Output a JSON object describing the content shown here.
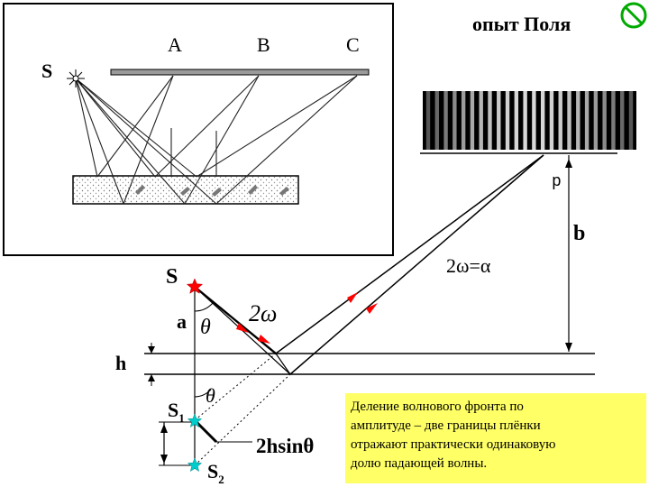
{
  "title": "опыт Поля",
  "nav_icon": "no-entry-icon",
  "inset": {
    "source_label": "S",
    "points": [
      "A",
      "B",
      "C"
    ]
  },
  "main": {
    "source_label": "S",
    "image1_label": "S",
    "image1_sub": "1",
    "image2_label": "S",
    "image2_sub": "2",
    "distance_a": "a",
    "thickness_h": "h",
    "distance_b": "b",
    "point_p": "p",
    "angle_theta": "θ",
    "angle_2w": "2ω",
    "relation": "2ω=α",
    "path_diff": "2hsinθ"
  },
  "caption": {
    "lines": [
      "Деление волнового фронта по",
      "амплитуде – две границы плёнки",
      "отражают практически одинаковую",
      "долю падающей волны."
    ]
  },
  "colors": {
    "source_star": "#ff0000",
    "image_star": "#00cccc",
    "arrow": "#ff0000",
    "caption_bg": "#ffff66",
    "icon": "#00aa00"
  }
}
